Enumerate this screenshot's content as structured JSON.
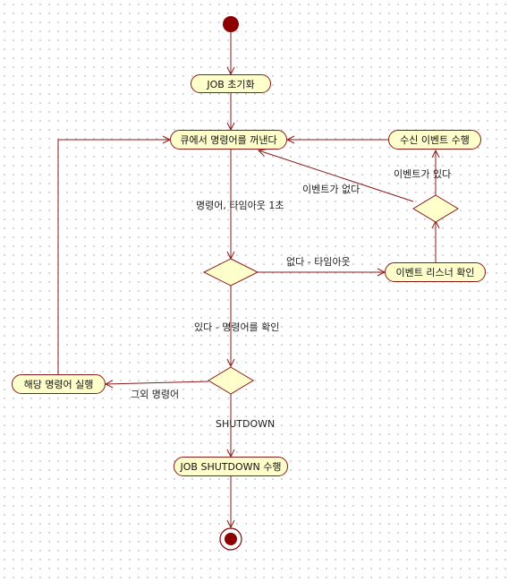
{
  "diagram": {
    "nodes": {
      "init": "JOB 초기화",
      "dequeue": "큐에서 명령어를 꺼낸다",
      "receive_event": "수신 이벤트 수행",
      "check_listener": "이벤트 리스너 확인",
      "execute_command": "해당 명령어 실행",
      "job_shutdown": "JOB SHUTDOWN 수행"
    },
    "edge_labels": {
      "timeout": "명령어, 타임아웃 1초",
      "no_timeout": "없다 - 타임아웃",
      "event_none": "이벤트가 없다",
      "event_exists": "이벤트가 있다",
      "has_command": "있다 - 명령어를 확인",
      "other_command": "그외 명령어",
      "shutdown": "SHUTDOWN"
    },
    "colors": {
      "stroke": "#8b1a1a",
      "fill": "#ffffcc",
      "terminal": "#8b0000"
    }
  }
}
